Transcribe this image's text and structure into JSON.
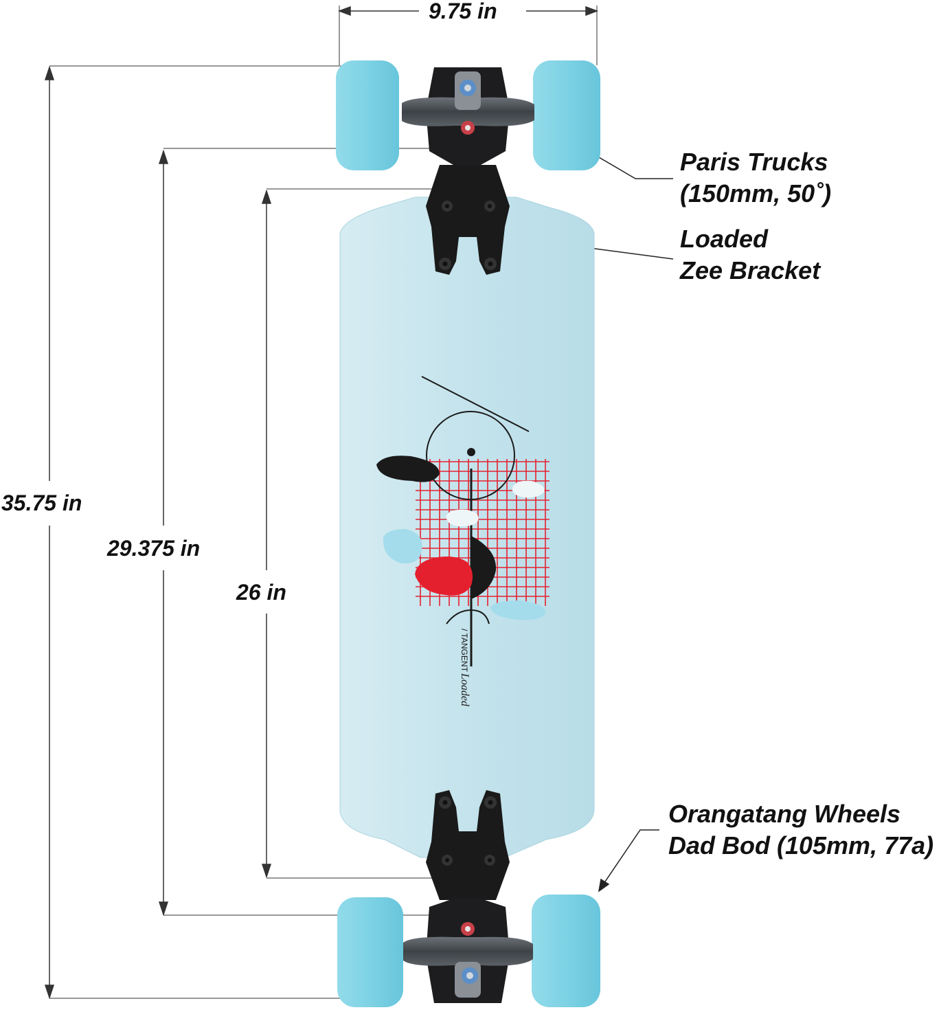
{
  "dimensions": {
    "width": "9.75 in",
    "overall_length": "35.75 in",
    "wheelbase_outer": "29.375 in",
    "wheelbase_inner": "26 in"
  },
  "callouts": {
    "trucks_line1": "Paris Trucks",
    "trucks_line2": "(150mm, 50˚)",
    "bracket_line1": "Loaded",
    "bracket_line2": "Zee Bracket",
    "wheels_line1": "Orangatang Wheels",
    "wheels_line2": "Dad Bod (105mm, 77a)"
  },
  "deck_graphic_text": {
    "brand": "Loaded",
    "model": "/ TANGENT"
  },
  "colors": {
    "deck": "#c9e6ee",
    "wheels": "#7dd2e4",
    "truck": "#4a4f54",
    "bracket": "#1a1a1a",
    "graphic_red": "#e5202e",
    "graphic_black": "#1a1a1a",
    "graphic_light_blue": "#a4dcec"
  }
}
